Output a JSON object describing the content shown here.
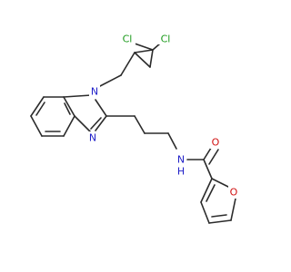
{
  "colors": {
    "bond": "#2b2b2b",
    "N": "#2020c8",
    "O": "#d01010",
    "Cl": "#1a9a1a",
    "background": "#ffffff"
  },
  "labels": {
    "cl1": "Cl",
    "cl2": "Cl",
    "n_benzimidazole_1": "N",
    "n_benzimidazole_3": "N",
    "n_amide": "N",
    "h_amide": "H",
    "o_carbonyl": "O",
    "o_furan": "O"
  }
}
